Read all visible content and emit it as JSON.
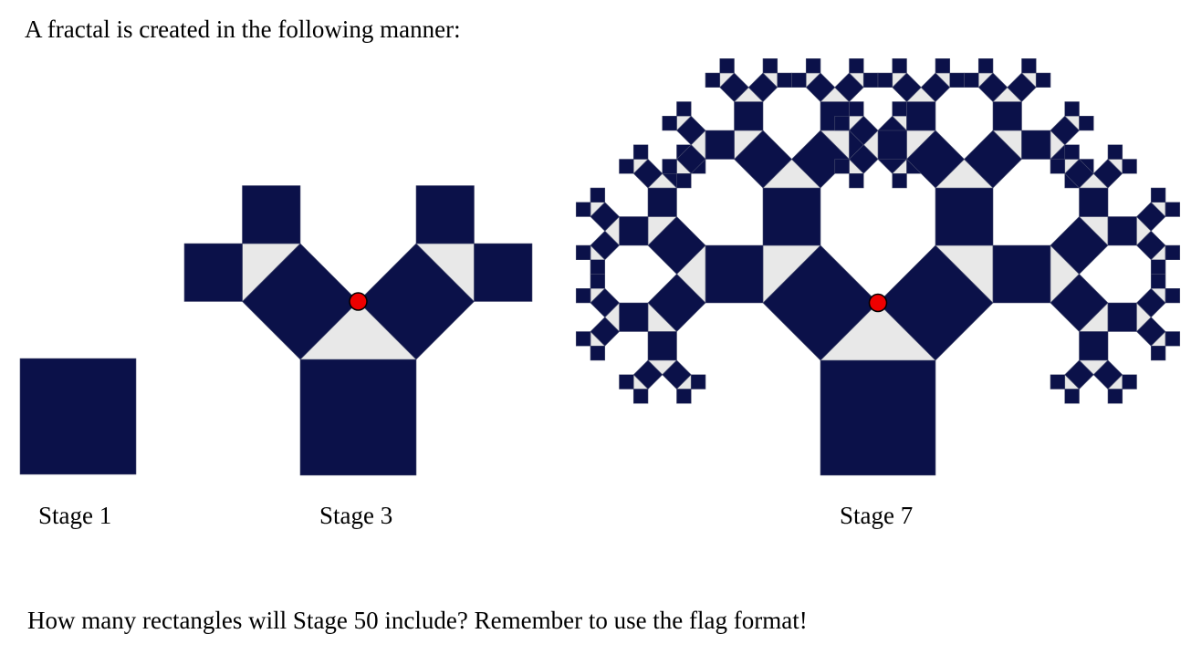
{
  "intro_text": "A fractal is created in the following manner:",
  "question_text": "How many rectangles will Stage 50 include? Remember to use the flag format!",
  "stages": [
    {
      "label": "Stage 1",
      "stage": 1
    },
    {
      "label": "Stage 3",
      "stage": 3
    },
    {
      "label": "Stage 7",
      "stage": 7
    }
  ],
  "colors": {
    "square": "#0b1149",
    "triangle": "#e8e8e8",
    "marker": "#ee0000"
  }
}
